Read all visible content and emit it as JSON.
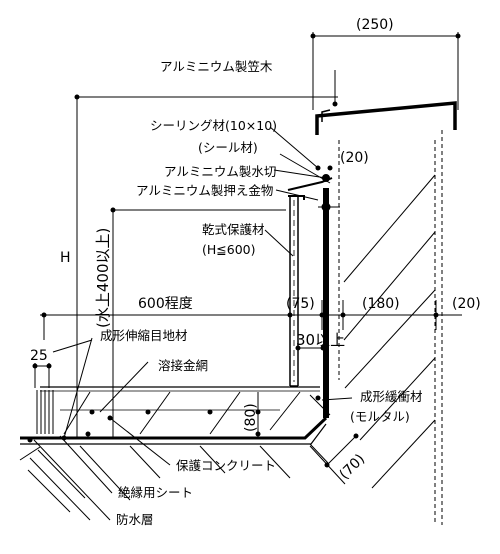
{
  "labels": {
    "coping": "アルミニウム製笠木",
    "sealant": "シーリング材(10×10)",
    "seal_material": "(シール材)",
    "drip": "アルミニウム製水切",
    "press_fitting": "アルミニウム製押え金物",
    "dry_protection": "乾式保護材",
    "dry_protection_h": "(H≦600)",
    "formed_joint": "成形伸縮目地材",
    "welded_mesh": "溶接金網",
    "formed_cushion": "成形緩衝材",
    "mortar": "(モルタル)",
    "protection_concrete": "保護コンクリート",
    "insulation_sheet": "絶縁用シート",
    "waterproof_layer": "防水層"
  },
  "dimensions": {
    "d250": "(250)",
    "d20_top": "(20)",
    "h": "H",
    "above_water": "(水上400以上)",
    "d600": "600程度",
    "d75": "(75)",
    "d180": "(180)",
    "d20_right": "(20)",
    "d30": "30以上",
    "d25": "25",
    "d80": "(80)",
    "d70": "(70)"
  }
}
